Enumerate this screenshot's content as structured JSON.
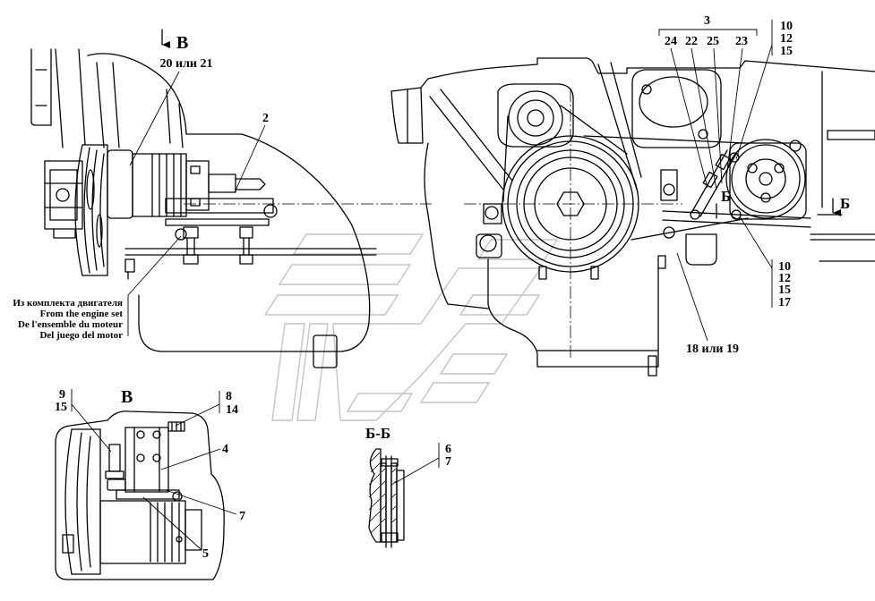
{
  "colors": {
    "background": "#ffffff",
    "ink": "#000000",
    "watermark": "#c4c4c4"
  },
  "side_view": {
    "view_letter": "В",
    "part_20_or_21": "20 или 21",
    "part_2": "2",
    "engine_set_note": [
      "Из комплекта двигателя",
      "From the engine set",
      "De l'ensemble du moteur",
      "Del juego del motor"
    ]
  },
  "front_view": {
    "group_3": "3",
    "group_3_parts": [
      "24",
      "22",
      "25",
      "23"
    ],
    "upper_callout": [
      "10",
      "12",
      "15"
    ],
    "section_mark_inner": "Б",
    "section_mark_outer": "Б",
    "lower_callout": [
      "10",
      "12",
      "15",
      "17"
    ],
    "part_18_or_19": "18 или 19"
  },
  "detail_view": {
    "title": "В",
    "left_callout": [
      "9",
      "15"
    ],
    "right_callout": [
      "8",
      "14"
    ],
    "part_4": "4",
    "part_7": "7",
    "part_5": "5"
  },
  "section_view": {
    "title": "Б-Б",
    "callout": [
      "6",
      "7"
    ]
  }
}
